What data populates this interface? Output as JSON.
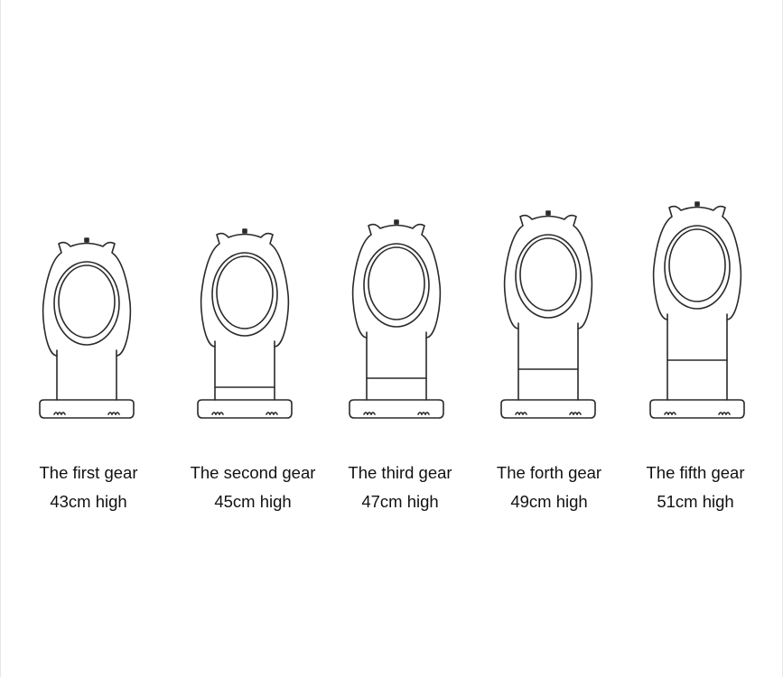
{
  "gears": [
    {
      "title": "The first gear",
      "height": "43cm high",
      "extension_level": 0
    },
    {
      "title": "The second gear",
      "height": "45cm high",
      "extension_level": 1
    },
    {
      "title": "The third gear",
      "height": "47cm high",
      "extension_level": 2
    },
    {
      "title": "The forth gear",
      "height": "49cm high",
      "extension_level": 3
    },
    {
      "title": "The fifth gear",
      "height": "51cm high",
      "extension_level": 4
    }
  ],
  "colors": {
    "line": "#2a2a2a",
    "background": "#ffffff"
  }
}
